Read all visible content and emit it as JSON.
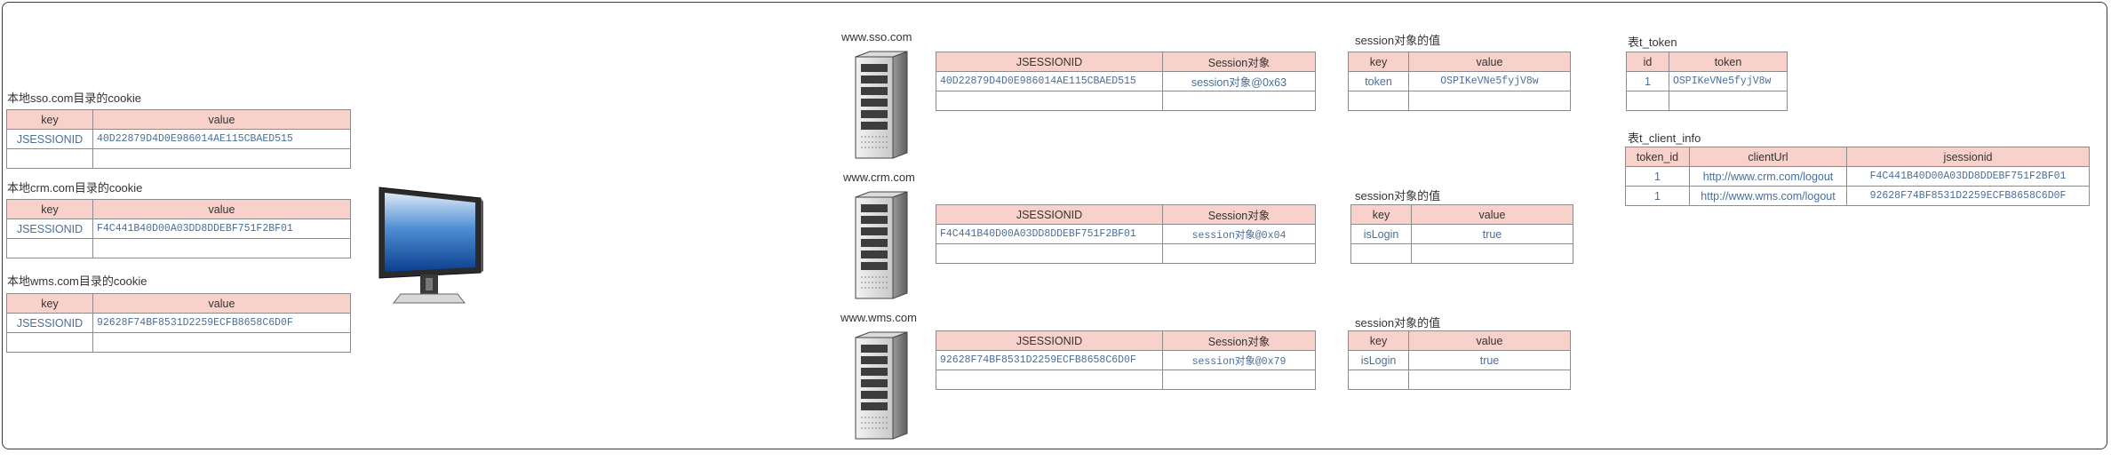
{
  "local": [
    {
      "title": "本地sso.com目录的cookie",
      "headers": [
        "key",
        "value"
      ],
      "rows": [
        [
          "JSESSIONID",
          "40D22879D4D0E986014AE115CBAED515"
        ],
        [
          "",
          ""
        ]
      ]
    },
    {
      "title": "本地crm.com目录的cookie",
      "headers": [
        "key",
        "value"
      ],
      "rows": [
        [
          "JSESSIONID",
          "F4C441B40D00A03DD8DDEBF751F2BF01"
        ],
        [
          "",
          ""
        ]
      ]
    },
    {
      "title": "本地wms.com目录的cookie",
      "headers": [
        "key",
        "value"
      ],
      "rows": [
        [
          "JSESSIONID",
          "92628F74BF8531D2259ECFB8658C6D0F"
        ],
        [
          "",
          ""
        ]
      ]
    }
  ],
  "servers": [
    {
      "host": "www.sso.com",
      "session_headers": [
        "JSESSIONID",
        "Session对象"
      ],
      "session_rows": [
        [
          "40D22879D4D0E986014AE115CBAED515",
          "session对象@0x63"
        ],
        [
          "",
          ""
        ]
      ],
      "value_title": "session对象的值",
      "value_headers": [
        "key",
        "value"
      ],
      "value_rows": [
        [
          "token",
          "OSPIKeVNe5fyjV8w"
        ],
        [
          "",
          ""
        ]
      ]
    },
    {
      "host": "www.crm.com",
      "session_headers": [
        "JSESSIONID",
        "Session对象"
      ],
      "session_rows": [
        [
          "F4C441B40D00A03DD8DDEBF751F2BF01",
          "session对象@0x04"
        ],
        [
          "",
          ""
        ]
      ],
      "value_title": "session对象的值",
      "value_headers": [
        "key",
        "value"
      ],
      "value_rows": [
        [
          "isLogin",
          "true"
        ],
        [
          "",
          ""
        ]
      ]
    },
    {
      "host": "www.wms.com",
      "session_headers": [
        "JSESSIONID",
        "Session对象"
      ],
      "session_rows": [
        [
          "92628F74BF8531D2259ECFB8658C6D0F",
          "session对象@0x79"
        ],
        [
          "",
          ""
        ]
      ],
      "value_title": "session对象的值",
      "value_headers": [
        "key",
        "value"
      ],
      "value_rows": [
        [
          "isLogin",
          "true"
        ],
        [
          "",
          ""
        ]
      ]
    }
  ],
  "t_token": {
    "title": "表t_token",
    "headers": [
      "id",
      "token"
    ],
    "rows": [
      [
        "1",
        "OSPIKeVNe5fyjV8w"
      ],
      [
        "",
        ""
      ]
    ]
  },
  "t_client_info": {
    "title": "表t_client_info",
    "headers": [
      "token_id",
      "clientUrl",
      "jsessionid"
    ],
    "rows": [
      [
        "1",
        "http://www.crm.com/logout",
        "F4C441B40D00A03DD8DDEBF751F2BF01"
      ],
      [
        "1",
        "http://www.wms.com/logout",
        "92628F74BF8531D2259ECFB8658C6D0F"
      ]
    ]
  },
  "icons": [
    "monitor-icon",
    "server-icon"
  ]
}
